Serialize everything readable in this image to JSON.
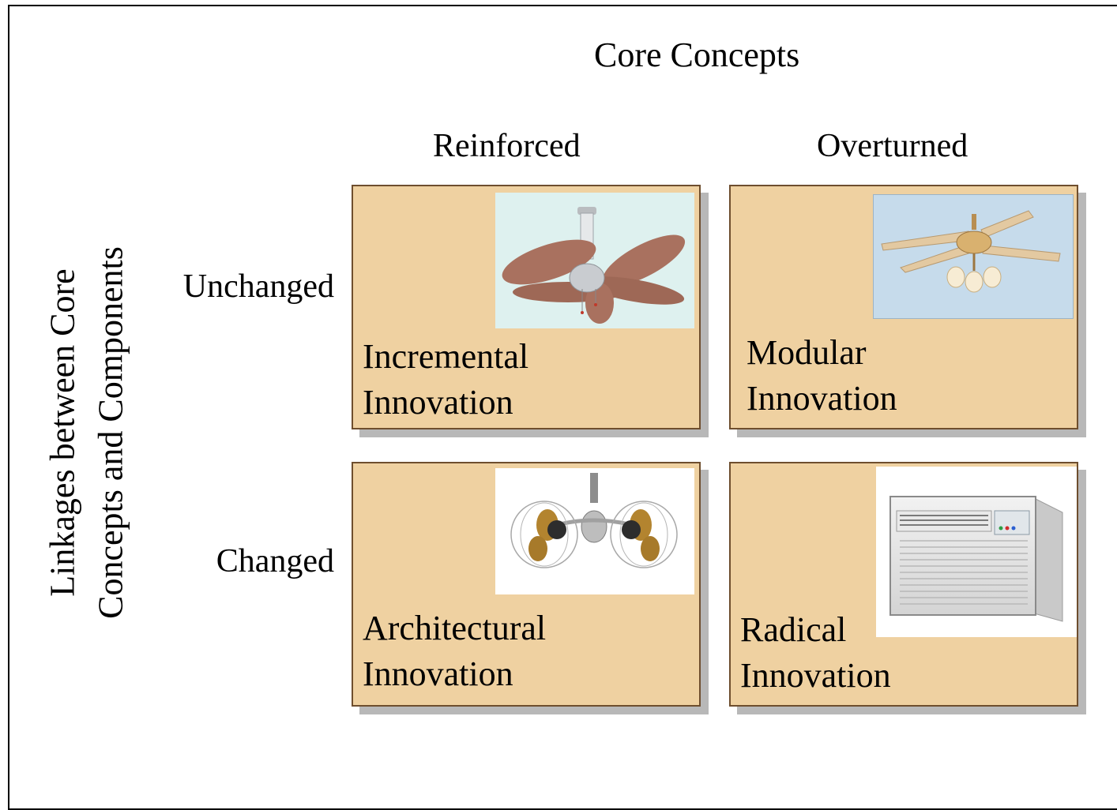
{
  "title": "Core Concepts",
  "columns": [
    "Reinforced",
    "Overturned"
  ],
  "rows": [
    "Unchanged",
    "Changed"
  ],
  "y_axis_title": [
    "Linkages between Core",
    "Concepts and Components"
  ],
  "cells": {
    "incremental": [
      "Incremental",
      "Innovation"
    ],
    "modular": [
      "Modular",
      "Innovation"
    ],
    "architectural": [
      "Architectural",
      "Innovation"
    ],
    "radical": [
      "Radical",
      "Innovation"
    ]
  },
  "colors": {
    "box_fill": "#efd1a1",
    "box_border": "#6e4e2e",
    "box_shadow": "#b8b8b8"
  },
  "icons": [
    "ceiling-fan-icon",
    "ceiling-fan-with-lights-icon",
    "twin-head-fan-icon",
    "air-conditioner-icon"
  ]
}
